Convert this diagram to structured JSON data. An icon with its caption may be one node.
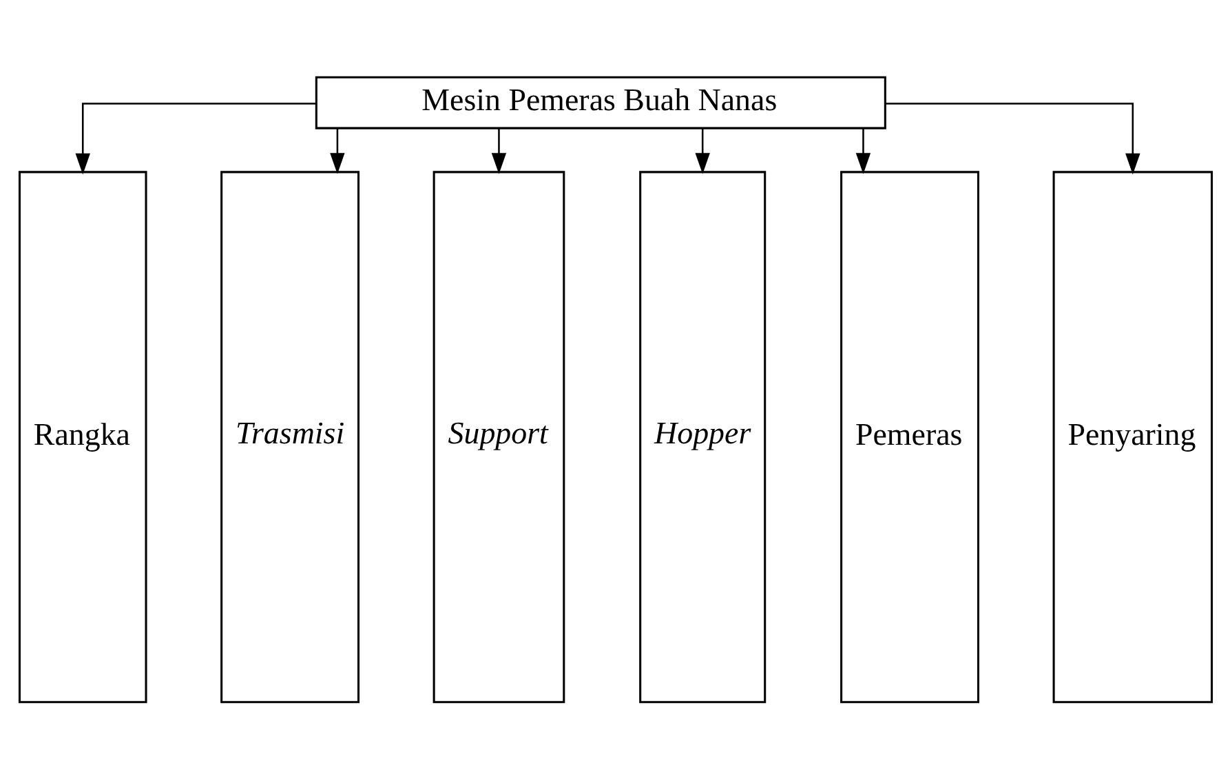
{
  "diagram": {
    "nodes": [
      {
        "text": [
          "Mesin Pemeras Buah Nanas"
        ]
      },
      {
        "text": [
          "Rangka"
        ]
      },
      {
        "text": [
          "Trasmisi"
        ]
      },
      {
        "text": [
          "Support"
        ]
      },
      {
        "text": [
          "Hopper"
        ]
      },
      {
        "text": [
          "Pemeras"
        ]
      },
      {
        "text": [
          "Penyaring"
        ]
      }
    ],
    "edges": [
      {
        "from": 0,
        "to": 1,
        "arrow": "to"
      },
      {
        "from": 0,
        "to": 2,
        "arrow": "to"
      },
      {
        "from": 0,
        "to": 3,
        "arrow": "to"
      },
      {
        "from": 0,
        "to": 4,
        "arrow": "to"
      },
      {
        "from": 0,
        "to": 5,
        "arrow": "to"
      },
      {
        "from": 0,
        "to": 6,
        "arrow": "to"
      }
    ]
  }
}
